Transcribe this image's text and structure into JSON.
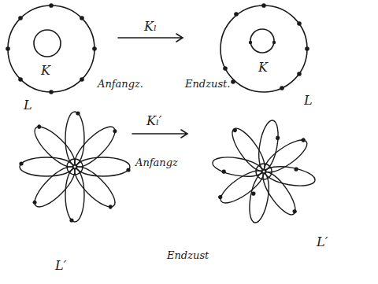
{
  "diagram": {
    "labels": [
      "Kₗ",
      "Anfangz.",
      "Endzust.",
      "L",
      "K",
      "K",
      "L",
      "Kₗ′",
      "Anfangz",
      "Endzust",
      "L′",
      "L′"
    ]
  }
}
